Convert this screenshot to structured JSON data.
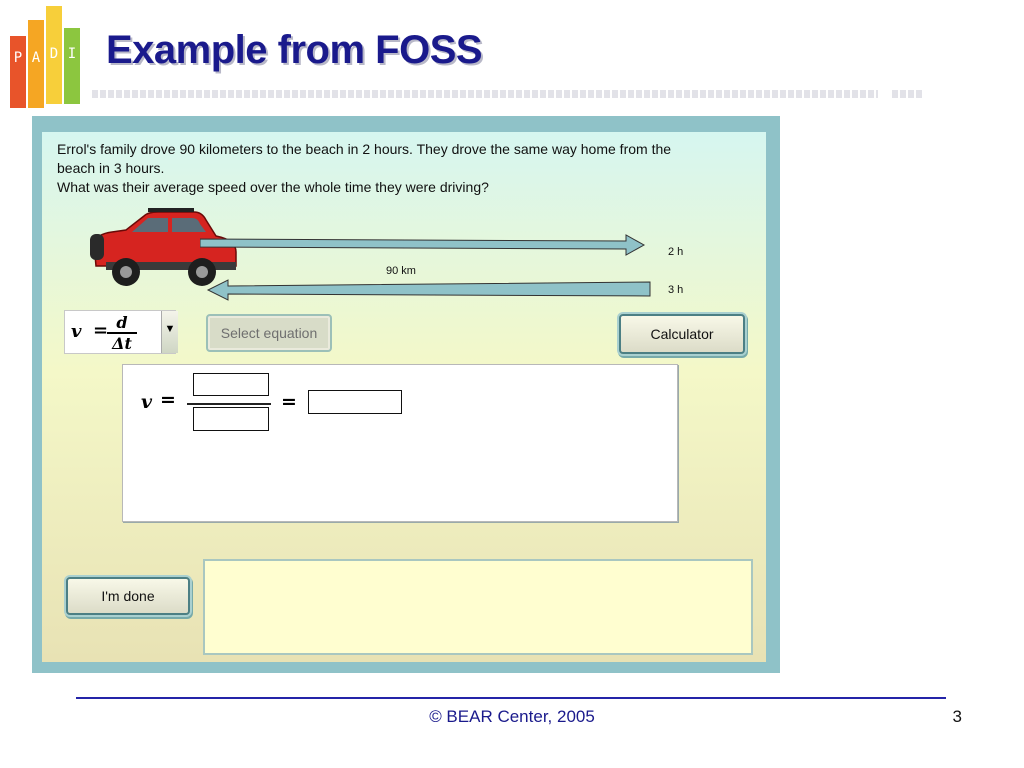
{
  "slide": {
    "title": "Example from FOSS",
    "logo_letters": [
      "P",
      "A",
      "D",
      "I"
    ],
    "logo_colors": [
      "#e8542a",
      "#f5a623",
      "#f7cf3a",
      "#8cc63f"
    ],
    "title_color": "#1a1a8c",
    "footer": "© BEAR Center, 2005",
    "page_number": "3"
  },
  "sim": {
    "question_lines": [
      "Errol's family drove 90 kilometers to the beach in 2 hours. They drove the same way home from the",
      "beach in 3 hours.",
      "What was their average speed over the whole time they were driving?"
    ],
    "diagram": {
      "outbound_time": "2 h",
      "return_time": "3 h",
      "distance": "90 km"
    },
    "equation_selector": {
      "variable": "v",
      "equals": "=",
      "numerator": "d",
      "denominator": "Δt",
      "dropdown_arrow": "▼"
    },
    "buttons": {
      "select_equation": "Select equation",
      "calculator": "Calculator",
      "done": "I'm done"
    },
    "work": {
      "variable": "v",
      "equals": "=",
      "result_equals": "=",
      "numerator_value": "",
      "denominator_value": "",
      "result_value": ""
    },
    "answer_text": ""
  }
}
